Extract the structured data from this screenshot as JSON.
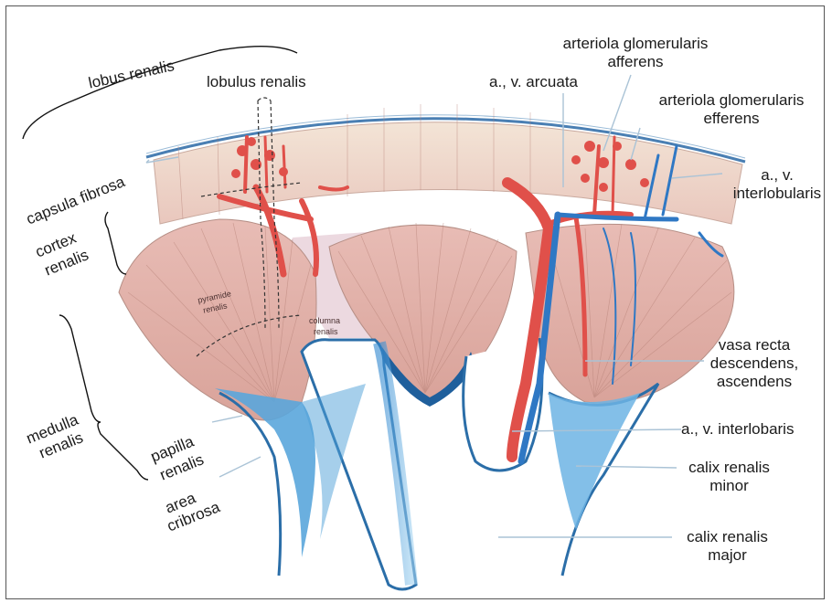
{
  "labels": {
    "lobus": "lobus renalis",
    "lobulus": "lobulus renalis",
    "capsula": "capsula fibrosa",
    "cortex_1": "cortex",
    "cortex_2": "renalis",
    "medulla_1": "medulla",
    "medulla_2": "renalis",
    "papilla_1": "papilla",
    "papilla_2": "renalis",
    "area_1": "area",
    "area_2": "cribrosa",
    "pyramis_1": "pyramide",
    "pyramis_2": "renalis",
    "columna_1": "columna",
    "columna_2": "renalis",
    "arcuata": "a., v. arcuata",
    "afferens_1": "arteriola glomerularis",
    "afferens_2": "afferens",
    "efferens_1": "arteriola glomerularis",
    "efferens_2": "efferens",
    "interlobularis_1": "a., v.",
    "interlobularis_2": "interlobularis",
    "vasa_1": "vasa recta",
    "vasa_2": "descendens,",
    "vasa_3": "ascendens",
    "interlobaris": "a., v. interlobaris",
    "minor_1": "calix renalis",
    "minor_2": "minor",
    "major_1": "calix renalis",
    "major_2": "major"
  },
  "colors": {
    "artery": "#e0504a",
    "vein": "#2f78c4",
    "calyx": "#3f95d3",
    "tissue": "#e3b7b0",
    "cortex": "#efd6c8"
  }
}
